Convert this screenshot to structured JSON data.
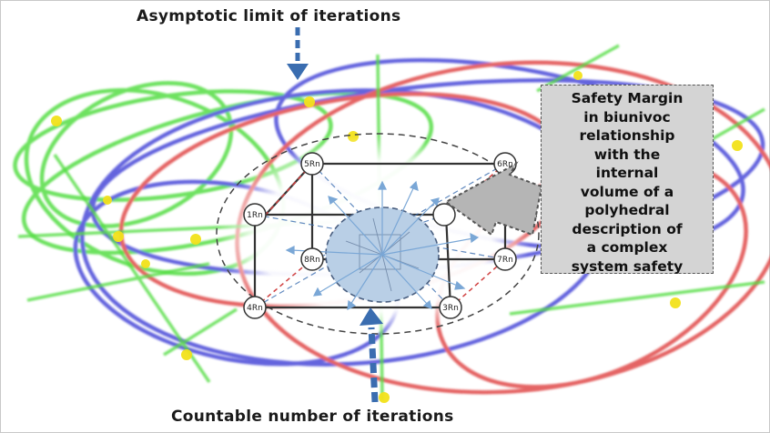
{
  "top_label": "Asymptotic limit of iterations",
  "bottom_label": "Countable number of iterations",
  "callout_lines": [
    "Safety Margin",
    "in biunivoc",
    "relationship",
    "with the",
    "internal",
    "volume of a",
    "polyhedral",
    "description of",
    "a complex",
    "system safety"
  ],
  "nodes": {
    "n1": "1Rn",
    "n3": "3Rn",
    "n4": "4Rn",
    "n5": "5Rn",
    "n6": "6Rn",
    "n7": "7Rn",
    "n8": "8Rn"
  },
  "colors": {
    "green": "#55dd44",
    "blue": "#4a4ad8",
    "red": "#e04848",
    "node_yellow": "#f2e21a",
    "arrow_blue": "#3a6db0",
    "core_fill": "#b9cfe6"
  }
}
